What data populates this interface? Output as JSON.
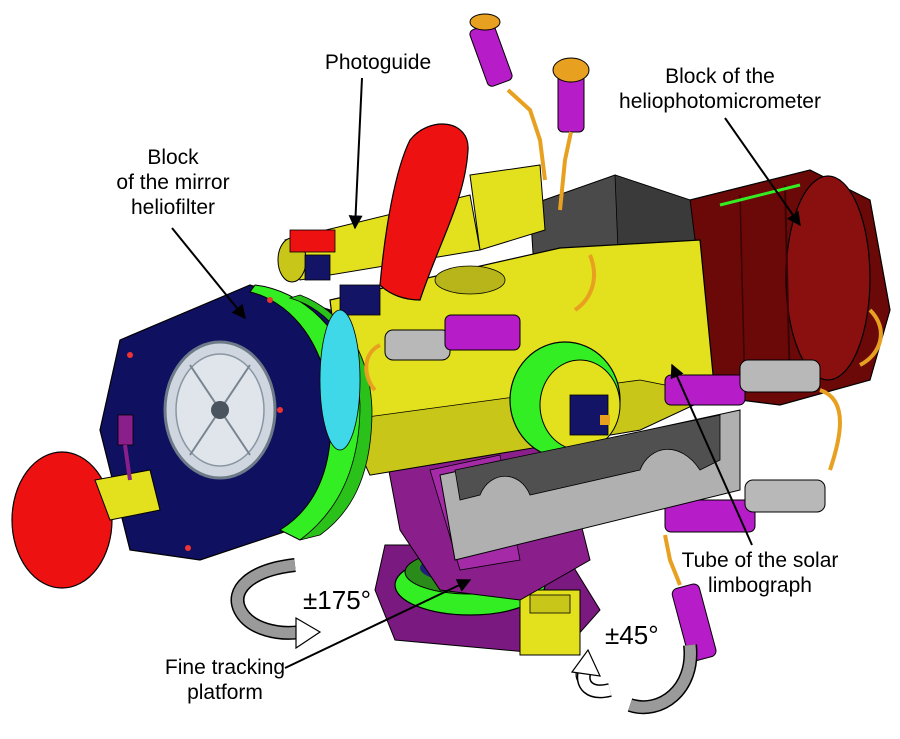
{
  "labels": {
    "photoguide": "Photoguide",
    "heliophotomicrometer_line1": "Block of the",
    "heliophotomicrometer_line2": "heliophotomicrometer",
    "mirror_line1": "Block",
    "mirror_line2": "of the mirror",
    "mirror_line3": "heliofilter",
    "limbograph_line1": "Tube of the solar",
    "limbograph_line2": "limbograph",
    "platform_line1": "Fine tracking",
    "platform_line2": "platform"
  },
  "rotations": {
    "azimuth": "±175°",
    "elevation": "±45°"
  },
  "colors": {
    "tube_yellow": "#e3e01d",
    "ring_green": "#33ee22",
    "navy": "#101060",
    "dark_red": "#6b0808",
    "red": "#ee1111",
    "magenta": "#b61cc8",
    "purple": "#8a1f8c",
    "grey": "#b8b8b8",
    "dark_grey": "#4a4a4a",
    "orange": "#e8a020",
    "arrow_grey": "#9a9a9a"
  }
}
